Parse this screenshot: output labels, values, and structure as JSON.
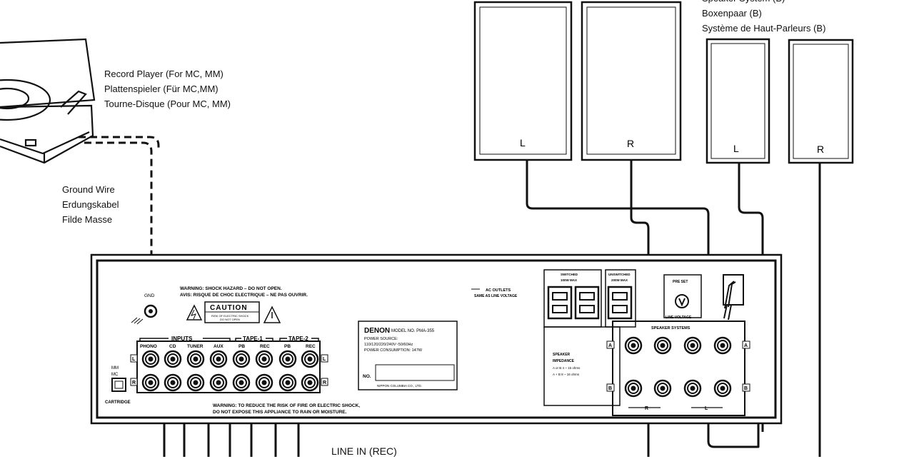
{
  "labels": {
    "record_player": [
      "Record Player (For MC, MM)",
      "Plattenspieler (Für MC,MM)",
      "Tourne-Disque (Pour MC, MM)"
    ],
    "ground_wire": [
      "Ground Wire",
      "Erdungskabel",
      "Filde Masse"
    ],
    "speaker_system_b": [
      "Speaker System (B)",
      "Boxenpaar  (B)",
      "Système de Haut-Parleurs (B)"
    ],
    "line_in": "LINE IN (REC)"
  },
  "speakers": {
    "a_left": "L",
    "a_right": "R",
    "b_left": "L",
    "b_right": "R"
  },
  "panel": {
    "gnd": "GND",
    "warning_line1": "WARNING: SHOCK HAZARD – DO NOT OPEN.",
    "warning_line2": "AVIS: RISQUE DE CHOC ELECTRIQUE – NE PAS OUVRIR.",
    "caution_title": "CAUTION",
    "caution_sub1": "RISK OF ELECTRIC SHOCK",
    "caution_sub2": "DO NOT OPEN",
    "inputs": "INPUTS",
    "tape1": "TAPE-1",
    "tape2": "TAPE-2",
    "jack_labels": [
      "PHONO",
      "CD",
      "TUNER",
      "AUX",
      "PB",
      "REC",
      "PB",
      "REC"
    ],
    "mm": "MM",
    "mc": "MC",
    "cartridge": "CARTRIDGE",
    "rca_l": "L",
    "rca_r": "R",
    "warning_bottom1": "WARNING: TO REDUCE THE RISK OF FIRE OR ELECTRIC SHOCK,",
    "warning_bottom2": "DO NOT EXPOSE THIS APPLIANCE TO RAIN OR MOISTURE.",
    "brand": "DENON",
    "model": "MODEL NO. PMA-355",
    "power_source": "POWER SOURCE:",
    "voltages": "110/120/220/240V~50/60Hz",
    "consumption": "POWER CONSUMPTION: 147W",
    "serial_no": "NO.",
    "maker": "NIPPON COLUMBIA CO., LTD.",
    "ac_outlets": "AC OUTLETS",
    "ac_same": "SAME AS LINE VOLTAGE",
    "switched": "SWITCHED",
    "switched_max": "100W MAX",
    "unswitched": "UNSWITCHED",
    "unswitched_max": "200W MAX",
    "preset": "PRE SET",
    "line_voltage": "LINE VOLTAGE",
    "speaker_systems": "SPEAKER SYSTEMS",
    "speaker_impedance1": "SPEAKER",
    "speaker_impedance2": "IMPEDANCE",
    "speaker_impedance3": "A or B 4 ~ 16 ohms",
    "speaker_impedance4": "A + B 8 ~ 16 ohms",
    "terminal_a": "A",
    "terminal_b": "B",
    "term_r": "R",
    "term_l": "L"
  }
}
